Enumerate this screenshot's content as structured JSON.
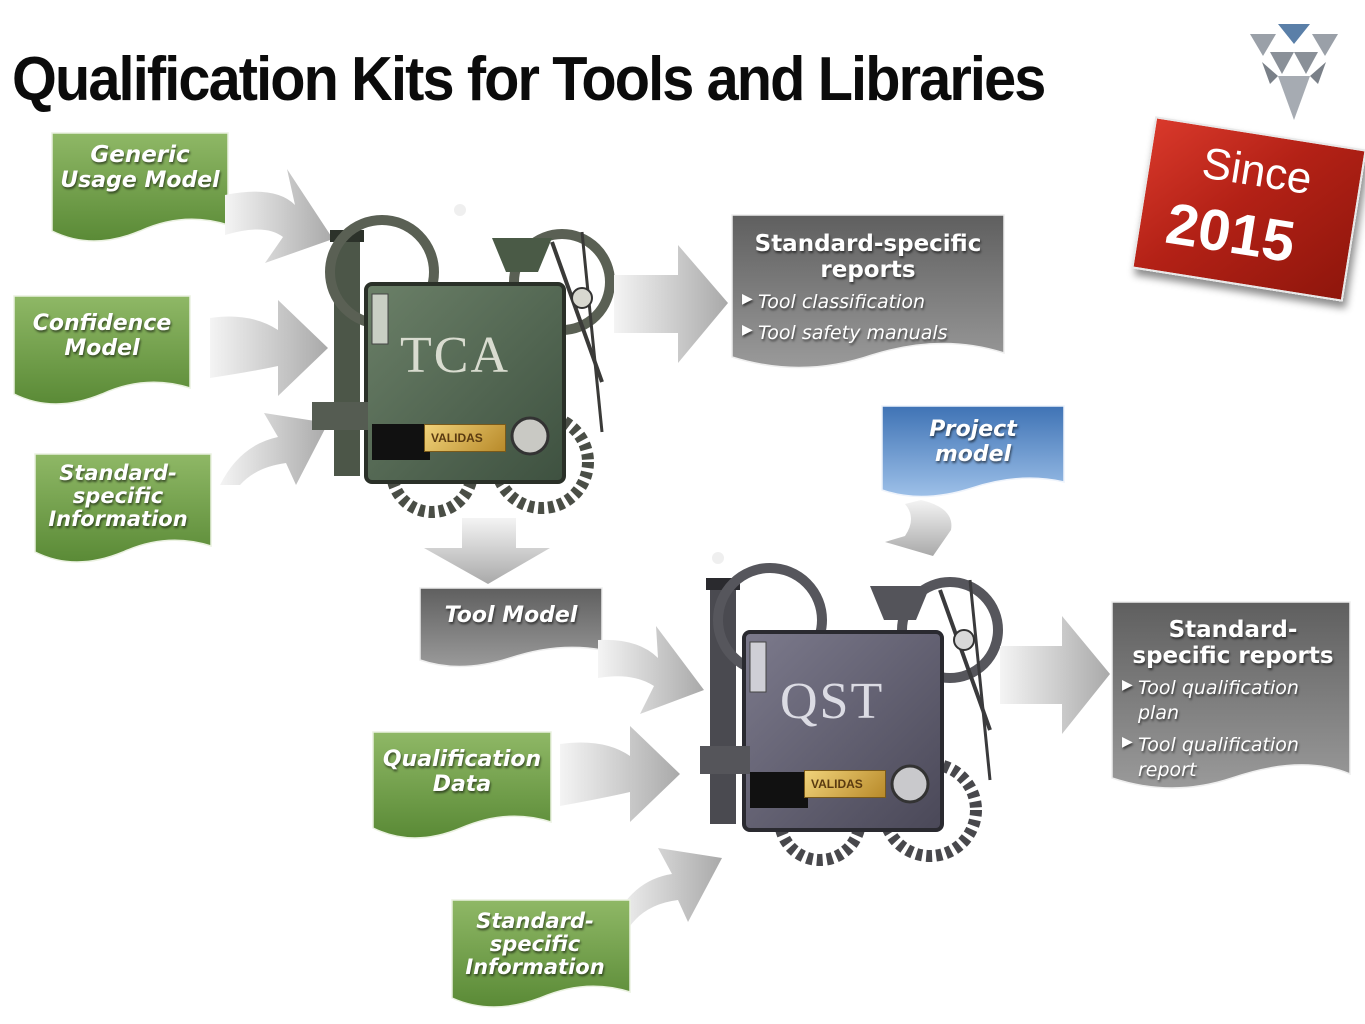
{
  "title": "Qualification Kits for Tools and Libraries",
  "logo": {
    "icon": "validas-triangle-logo"
  },
  "badge": {
    "line1": "Since",
    "line2": "2015",
    "color": "#b32116"
  },
  "colors": {
    "green": "#6e9a45",
    "gray": "#6f6f6f",
    "blue": "#5c8ec7"
  },
  "tca_inputs": [
    {
      "line1": "Generic",
      "line2": "Usage Model"
    },
    {
      "line1": "Confidence",
      "line2": "Model"
    },
    {
      "line1": "Standard-",
      "line2": "specific",
      "line3": "Information"
    }
  ],
  "tca_machine": {
    "label": "TCA",
    "plate": "VALIDAS"
  },
  "tca_reports": {
    "heading": "Standard-specific reports",
    "items": [
      "Tool classification",
      "Tool safety manuals"
    ]
  },
  "tool_model": {
    "label": "Tool Model"
  },
  "project_model": {
    "line1": "Project",
    "line2": "model"
  },
  "qst_inputs": [
    {
      "line1": "Qualification",
      "line2": "Data"
    },
    {
      "line1": "Standard-",
      "line2": "specific",
      "line3": "Information"
    }
  ],
  "qst_machine": {
    "label": "QST",
    "plate": "VALIDAS"
  },
  "qst_reports": {
    "heading": "Standard-specific reports",
    "items": [
      "Tool qualification plan",
      "Tool qualification report"
    ]
  }
}
